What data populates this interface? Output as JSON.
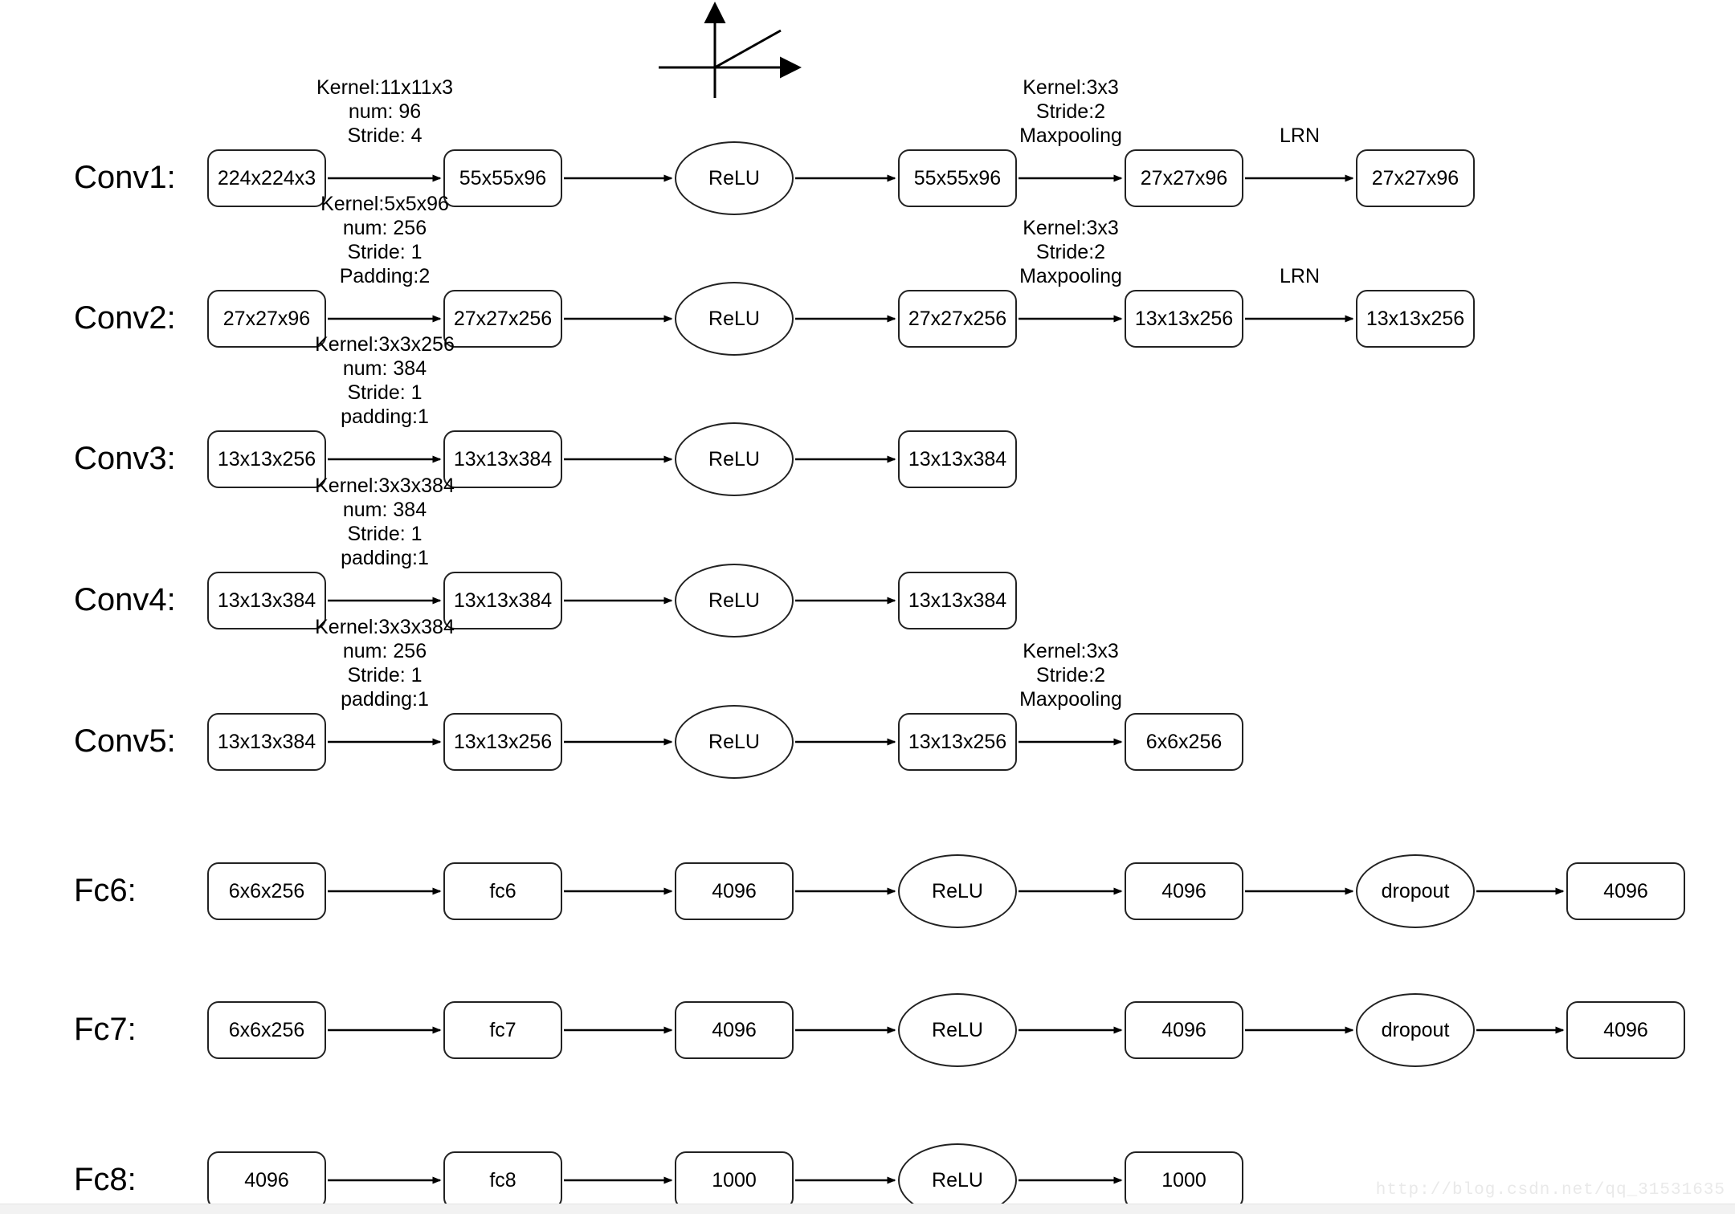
{
  "figure": {
    "title": "AlexNet layer-by-layer tensor shape diagram",
    "watermark": "http://blog.csdn.net/qq_31531635",
    "relu_plot_name": "relu-activation-plot"
  },
  "rows": [
    {
      "id": "conv1",
      "label": "Conv1:",
      "nodes": [
        {
          "text": "224x224x3",
          "shape": "box"
        },
        {
          "text": "55x55x96",
          "shape": "box"
        },
        {
          "text": "ReLU",
          "shape": "ellipse"
        },
        {
          "text": "55x55x96",
          "shape": "box"
        },
        {
          "text": "27x27x96",
          "shape": "box"
        },
        {
          "text": "27x27x96",
          "shape": "box"
        }
      ],
      "annotations": [
        {
          "after": 0,
          "lines": [
            "Kernel:11x11x3",
            "num: 96",
            "Stride: 4"
          ]
        },
        {
          "after": 3,
          "lines": [
            "Kernel:3x3",
            "Stride:2",
            "Maxpooling"
          ]
        },
        {
          "after": 4,
          "lines": [
            "LRN"
          ]
        }
      ]
    },
    {
      "id": "conv2",
      "label": "Conv2:",
      "nodes": [
        {
          "text": "27x27x96",
          "shape": "box"
        },
        {
          "text": "27x27x256",
          "shape": "box"
        },
        {
          "text": "ReLU",
          "shape": "ellipse"
        },
        {
          "text": "27x27x256",
          "shape": "box"
        },
        {
          "text": "13x13x256",
          "shape": "box"
        },
        {
          "text": "13x13x256",
          "shape": "box"
        }
      ],
      "annotations": [
        {
          "after": 0,
          "lines": [
            "Kernel:5x5x96",
            "num: 256",
            "Stride: 1",
            "Padding:2"
          ]
        },
        {
          "after": 3,
          "lines": [
            "Kernel:3x3",
            "Stride:2",
            "Maxpooling"
          ]
        },
        {
          "after": 4,
          "lines": [
            "LRN"
          ]
        }
      ]
    },
    {
      "id": "conv3",
      "label": "Conv3:",
      "nodes": [
        {
          "text": "13x13x256",
          "shape": "box"
        },
        {
          "text": "13x13x384",
          "shape": "box"
        },
        {
          "text": "ReLU",
          "shape": "ellipse"
        },
        {
          "text": "13x13x384",
          "shape": "box"
        }
      ],
      "annotations": [
        {
          "after": 0,
          "lines": [
            "Kernel:3x3x256",
            "num: 384",
            "Stride: 1",
            "padding:1"
          ]
        }
      ]
    },
    {
      "id": "conv4",
      "label": "Conv4:",
      "nodes": [
        {
          "text": "13x13x384",
          "shape": "box"
        },
        {
          "text": "13x13x384",
          "shape": "box"
        },
        {
          "text": "ReLU",
          "shape": "ellipse"
        },
        {
          "text": "13x13x384",
          "shape": "box"
        }
      ],
      "annotations": [
        {
          "after": 0,
          "lines": [
            "Kernel:3x3x384",
            "num: 384",
            "Stride: 1",
            "padding:1"
          ]
        }
      ]
    },
    {
      "id": "conv5",
      "label": "Conv5:",
      "nodes": [
        {
          "text": "13x13x384",
          "shape": "box"
        },
        {
          "text": "13x13x256",
          "shape": "box"
        },
        {
          "text": "ReLU",
          "shape": "ellipse"
        },
        {
          "text": "13x13x256",
          "shape": "box"
        },
        {
          "text": "6x6x256",
          "shape": "box"
        }
      ],
      "annotations": [
        {
          "after": 0,
          "lines": [
            "Kernel:3x3x384",
            "num: 256",
            "Stride: 1",
            "padding:1"
          ]
        },
        {
          "after": 3,
          "lines": [
            "Kernel:3x3",
            "Stride:2",
            "Maxpooling"
          ]
        }
      ]
    },
    {
      "id": "fc6",
      "label": "Fc6:",
      "nodes": [
        {
          "text": "6x6x256",
          "shape": "box"
        },
        {
          "text": "fc6",
          "shape": "box"
        },
        {
          "text": "4096",
          "shape": "box"
        },
        {
          "text": "ReLU",
          "shape": "ellipse"
        },
        {
          "text": "4096",
          "shape": "box"
        },
        {
          "text": "dropout",
          "shape": "ellipse"
        },
        {
          "text": "4096",
          "shape": "box"
        }
      ],
      "annotations": []
    },
    {
      "id": "fc7",
      "label": "Fc7:",
      "nodes": [
        {
          "text": "6x6x256",
          "shape": "box"
        },
        {
          "text": "fc7",
          "shape": "box"
        },
        {
          "text": "4096",
          "shape": "box"
        },
        {
          "text": "ReLU",
          "shape": "ellipse"
        },
        {
          "text": "4096",
          "shape": "box"
        },
        {
          "text": "dropout",
          "shape": "ellipse"
        },
        {
          "text": "4096",
          "shape": "box"
        }
      ],
      "annotations": []
    },
    {
      "id": "fc8",
      "label": "Fc8:",
      "nodes": [
        {
          "text": "4096",
          "shape": "box"
        },
        {
          "text": "fc8",
          "shape": "box"
        },
        {
          "text": "1000",
          "shape": "box"
        },
        {
          "text": "ReLU",
          "shape": "ellipse"
        },
        {
          "text": "1000",
          "shape": "box"
        }
      ],
      "annotations": []
    }
  ]
}
